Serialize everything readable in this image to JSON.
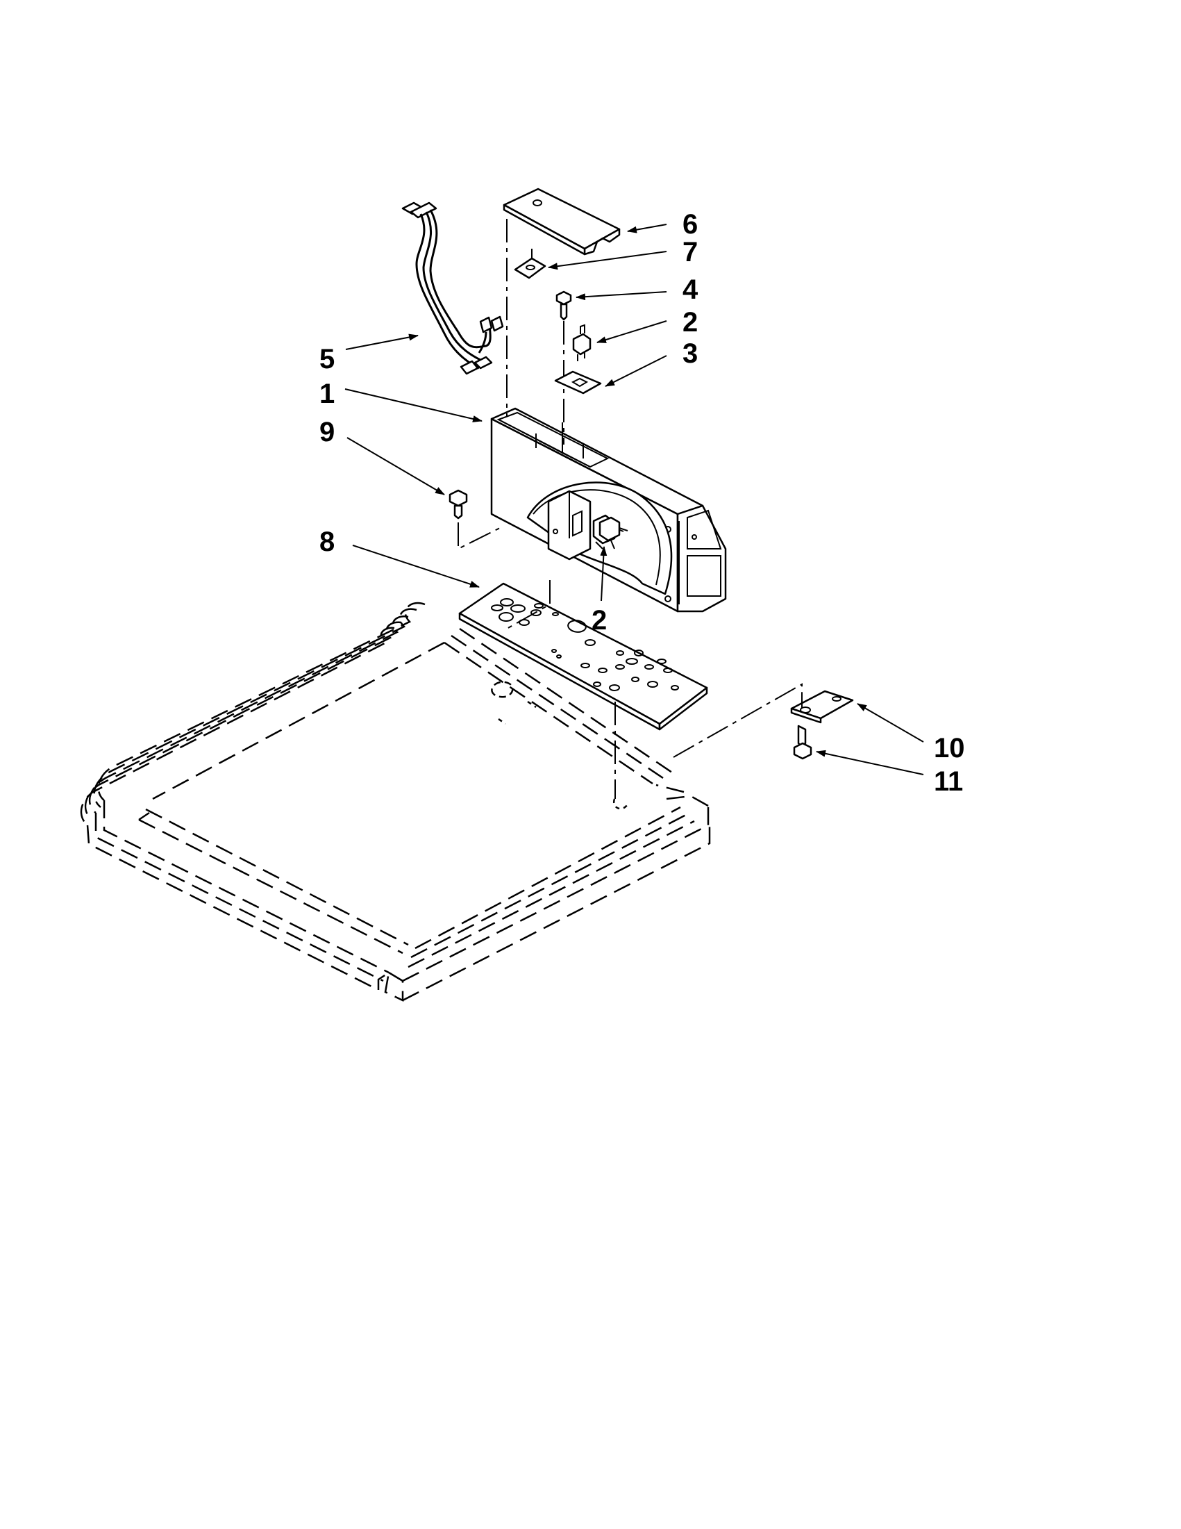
{
  "callouts": [
    {
      "id": "c6",
      "label": "6"
    },
    {
      "id": "c7",
      "label": "7"
    },
    {
      "id": "c4",
      "label": "4"
    },
    {
      "id": "c2a",
      "label": "2"
    },
    {
      "id": "c3",
      "label": "3"
    },
    {
      "id": "c5",
      "label": "5"
    },
    {
      "id": "c1",
      "label": "1"
    },
    {
      "id": "c9",
      "label": "9"
    },
    {
      "id": "c8",
      "label": "8"
    },
    {
      "id": "c2b",
      "label": "2"
    },
    {
      "id": "c10",
      "label": "10"
    },
    {
      "id": "c11",
      "label": "11"
    }
  ]
}
